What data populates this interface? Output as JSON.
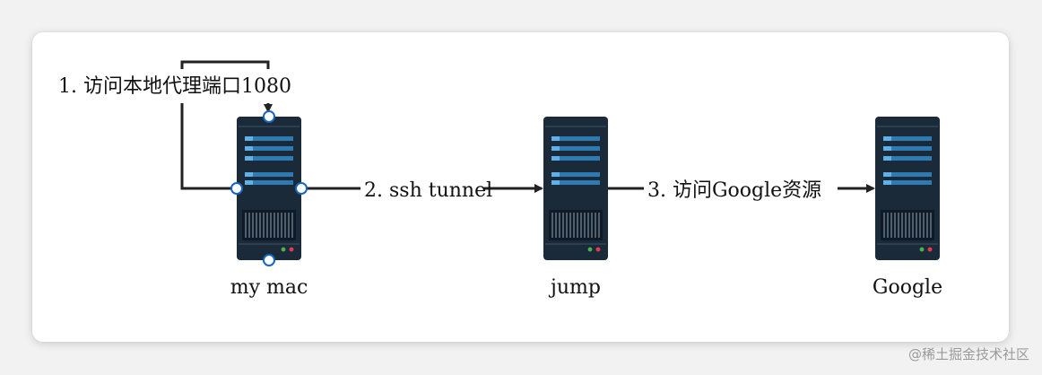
{
  "diagram": {
    "nodes": [
      {
        "id": "mac",
        "label": "my mac",
        "icon": "server-icon"
      },
      {
        "id": "jump",
        "label": "jump",
        "icon": "server-icon"
      },
      {
        "id": "google",
        "label": "Google",
        "icon": "server-icon"
      }
    ],
    "edges": [
      {
        "id": "proxy",
        "from": "mac",
        "to": "mac",
        "label": "1. 访问本地代理端口1080"
      },
      {
        "id": "ssh",
        "from": "mac",
        "to": "jump",
        "label": "2. ssh tunnel"
      },
      {
        "id": "access",
        "from": "jump",
        "to": "google",
        "label": "3. 访问Google资源"
      }
    ],
    "selected_node": "mac"
  },
  "colors": {
    "server_body": "#1b2a39",
    "server_panel": "#2e7bb4",
    "arrow": "#222222",
    "selection_handle": "#1565c0",
    "led_green": "#4caf50",
    "led_red": "#e53950"
  },
  "watermark": "@稀土掘金技术社区"
}
